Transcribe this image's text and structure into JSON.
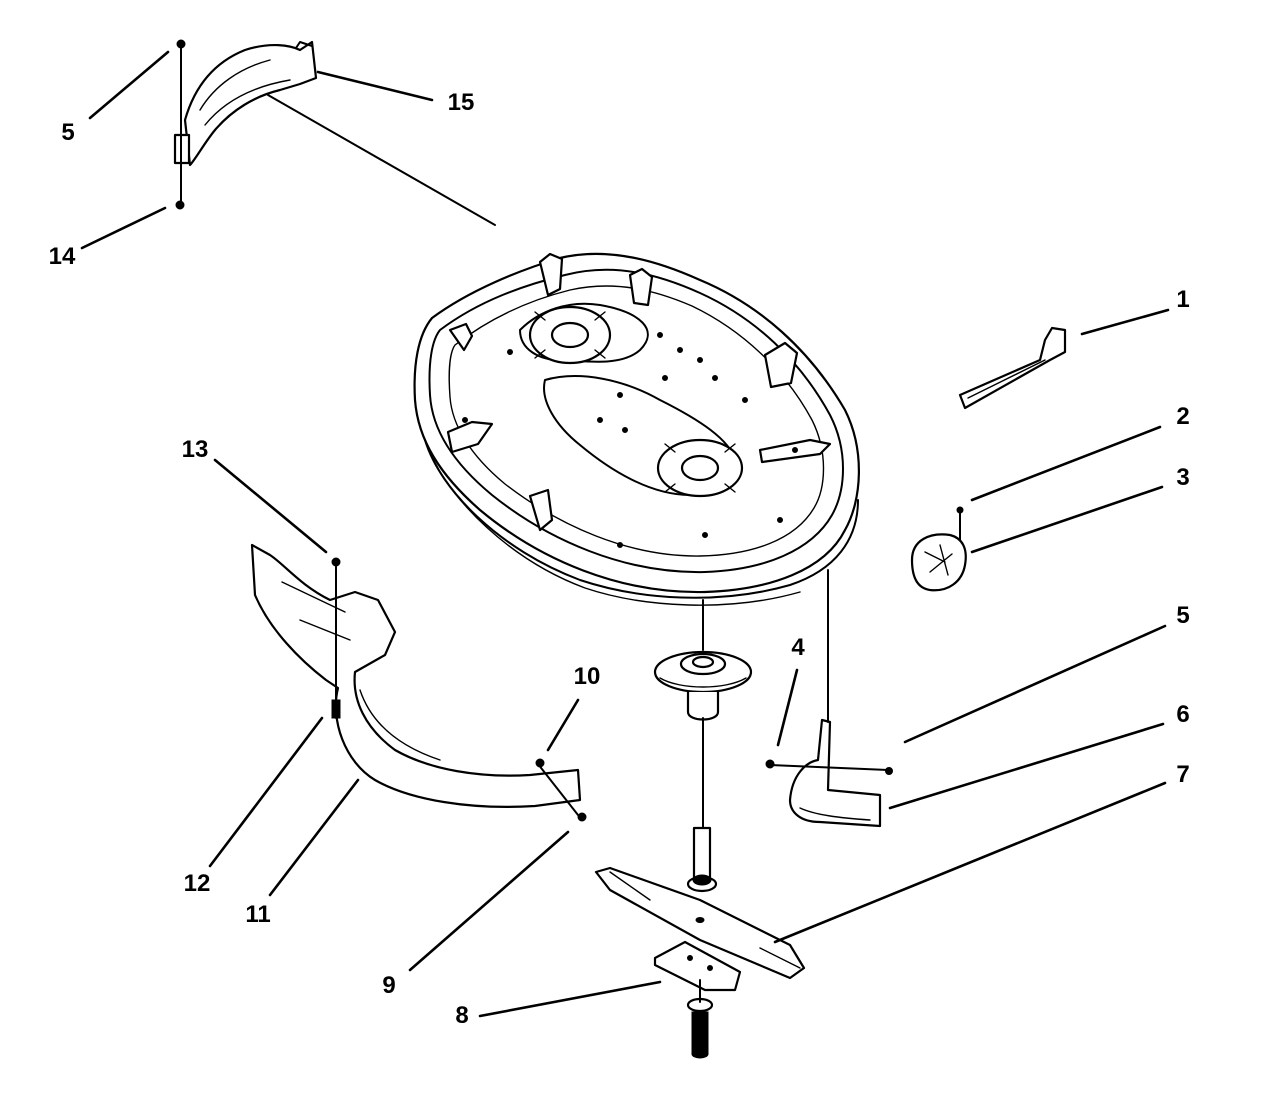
{
  "callouts": {
    "c1": "1",
    "c2": "2",
    "c3": "3",
    "c4": "4",
    "c5a": "5",
    "c5b": "5",
    "c6": "6",
    "c7": "7",
    "c8": "8",
    "c9": "9",
    "c10": "10",
    "c11": "11",
    "c12": "12",
    "c13": "13",
    "c14": "14",
    "c15": "15"
  }
}
